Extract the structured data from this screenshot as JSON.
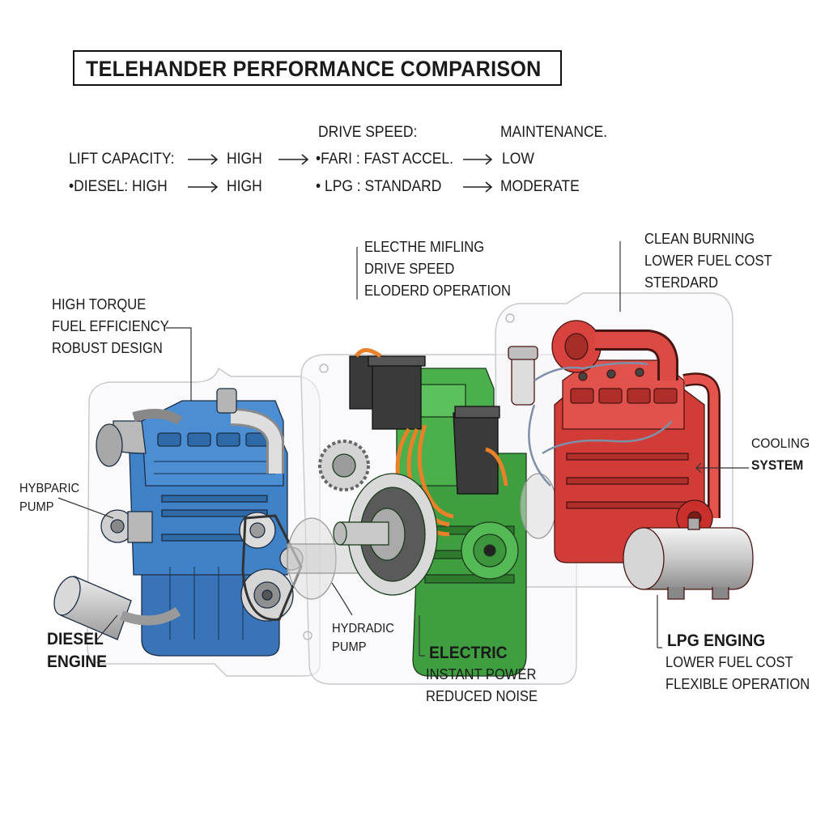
{
  "title": "TELEHANDER PERFORMANCE COMPARISON",
  "comparison": {
    "row1": {
      "label": "LIFT CAPACITY:",
      "value1": "HIGH",
      "heading_speed": "DRIVE SPEED:",
      "speed": "•FARI : FAST ACCEL.",
      "heading_maint": "MAINTENANCE.",
      "maint": "LOW"
    },
    "row2": {
      "label": "•DIESEL: HIGH",
      "value1": "HIGH",
      "speed": "•  LPG : STANDARD",
      "maint": "MODERATE"
    }
  },
  "diesel": {
    "notes": [
      "HIGH TORQUE",
      "FUEL EFFICIENCY",
      "ROBUST DESIGN"
    ],
    "pump_label": [
      "HYBPARIC",
      "PUMP"
    ],
    "name": [
      "DIESEL",
      "ENGINE"
    ],
    "color": "#3b7fc4"
  },
  "electric": {
    "notes": [
      "ELECTHE MIFLING",
      "DRIVE SPEED",
      "ELODERD OPERATION"
    ],
    "pump_label": [
      "HYDRADIC",
      "PUMP"
    ],
    "name": "ELECTRIC",
    "features": [
      "INSTANT POWER",
      "REDUCED NOISE"
    ],
    "color": "#3fa33f"
  },
  "lpg": {
    "notes": [
      "CLEAN BURNING",
      "LOWER FUEL COST",
      "STERDARD"
    ],
    "cooling_label": [
      "COOLING",
      "SYSTEM"
    ],
    "name": "LPG ENGING",
    "features": [
      "LOWER FUEL COST",
      "FLEXIBLE OPERATION"
    ],
    "color": "#d63a36"
  },
  "icons": [
    "arrow-right-icon"
  ]
}
